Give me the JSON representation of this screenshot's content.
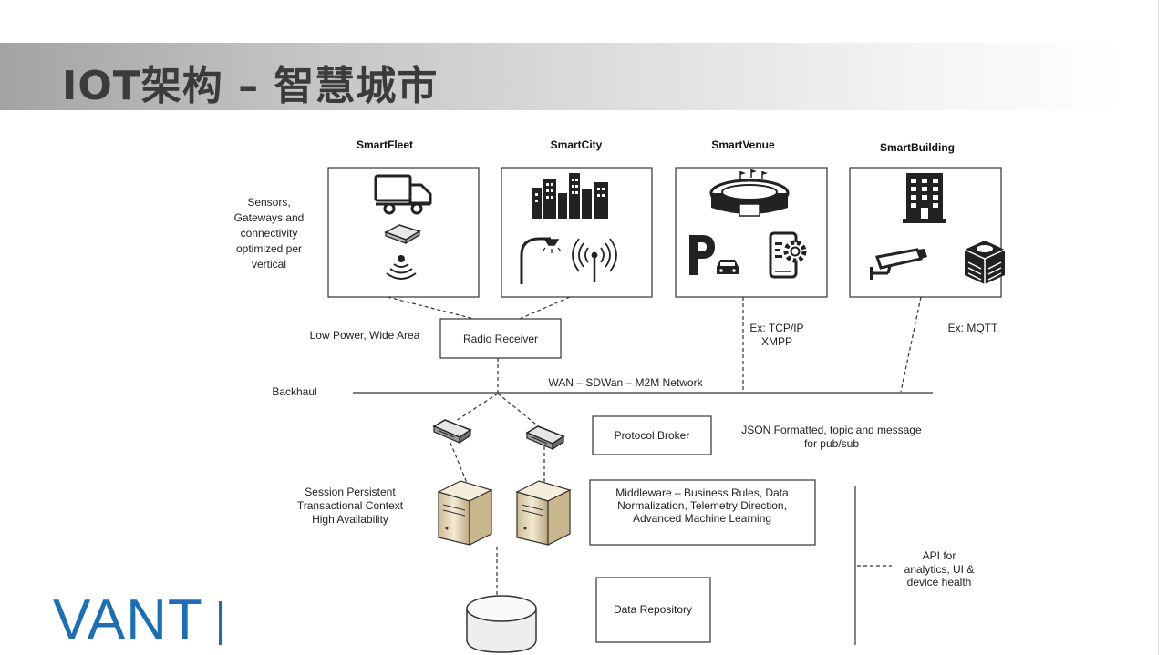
{
  "slide": {
    "title": "IOT架构 – 智慧城市",
    "logo_text": "VANT"
  },
  "verticals": [
    {
      "name": "SmartFleet"
    },
    {
      "name": "SmartCity"
    },
    {
      "name": "SmartVenue"
    },
    {
      "name": "SmartBuilding"
    }
  ],
  "labels": {
    "sensors": [
      "Sensors,",
      "Gateways and",
      "connectivity",
      "optimized per",
      "vertical"
    ],
    "low_power": "Low Power, Wide Area",
    "radio_receiver": "Radio Receiver",
    "tcpip": [
      "Ex: TCP/IP",
      "XMPP"
    ],
    "mqtt": "Ex: MQTT",
    "backhaul": "Backhaul",
    "wan": "WAN – SDWan – M2M Network",
    "protocol_broker": "Protocol Broker",
    "json": [
      "JSON Formatted, topic and message",
      "for pub/sub"
    ],
    "session": [
      "Session Persistent",
      "Transactional Context",
      "High Availability"
    ],
    "middleware": [
      "Middleware – Business Rules, Data",
      "Normalization, Telemetry Direction,",
      "Advanced Machine Learning"
    ],
    "api": [
      "API for",
      "analytics, UI &",
      "device health"
    ],
    "data_repository": "Data Repository"
  },
  "icons": {
    "fleet": [
      "truck-icon",
      "gateway-device-icon",
      "wireless-signal-icon"
    ],
    "city": [
      "city-skyline-icon",
      "street-lamp-icon",
      "radio-antenna-icon"
    ],
    "venue": [
      "stadium-icon",
      "parking-icon",
      "mobile-settings-icon"
    ],
    "building": [
      "office-building-icon",
      "security-camera-icon",
      "hvac-unit-icon"
    ]
  },
  "colors": {
    "logo": "#1d6fb5",
    "title": "#3b3b3b",
    "lines": "#333333",
    "server": "#e9dcc0"
  }
}
